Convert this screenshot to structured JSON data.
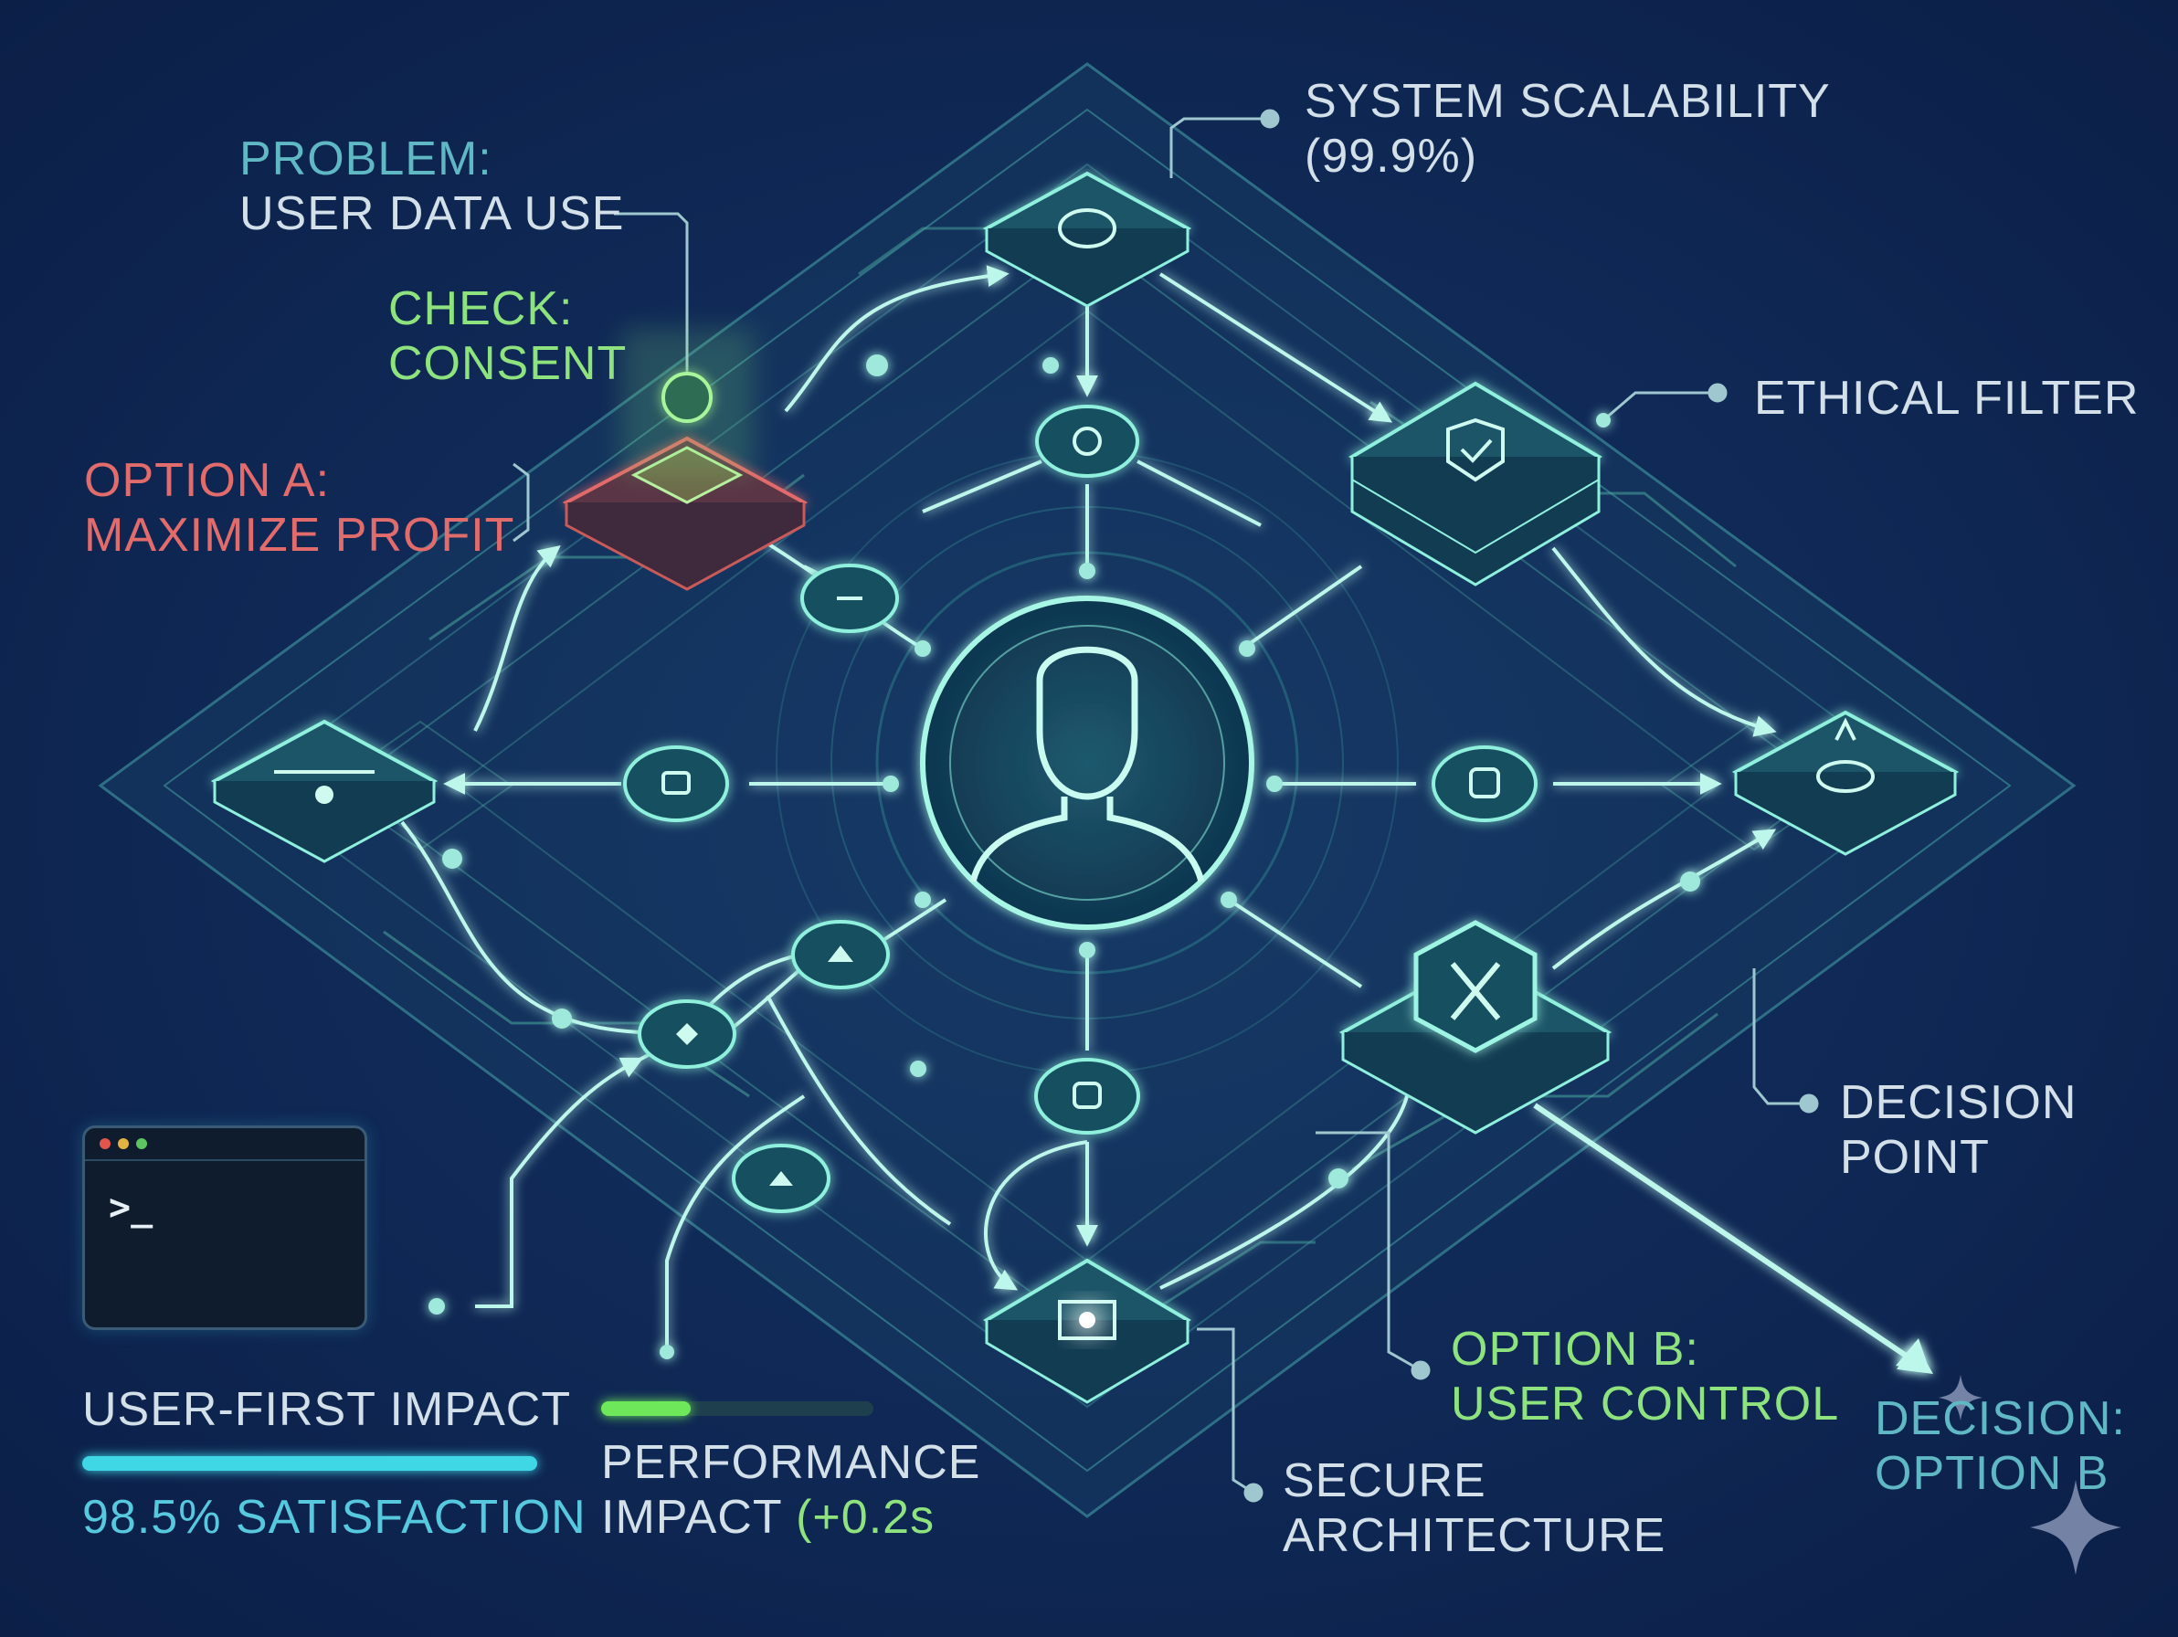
{
  "labels": {
    "problem_title": "PROBLEM:",
    "problem_text": "USER DATA USE",
    "check_title": "CHECK:",
    "check_text": "CONSENT",
    "option_a_title": "OPTION A:",
    "option_a_text": "MAXIMIZE PROFIT",
    "scalability_title": "SYSTEM SCALABILITY",
    "scalability_value": "(99.9%)",
    "ethical_filter": "ETHICAL FILTER",
    "decision_point_1": "DECISION",
    "decision_point_2": "POINT",
    "option_b_title": "OPTION B:",
    "option_b_text": "USER CONTROL",
    "decision_title": "DECISION:",
    "decision_text": "OPTION B",
    "secure_1": "SECURE",
    "secure_2": "ARCHITECTURE",
    "user_first": "USER-FIRST IMPACT",
    "satisfaction": "98.5% SATISFACTION",
    "performance_1": "PERFORMANCE",
    "performance_2": "IMPACT",
    "performance_value": "(+0.2s"
  },
  "terminal": {
    "prompt": ">_"
  },
  "metrics": {
    "user_first_fill": 1.0,
    "performance_fill": 0.33
  },
  "colors": {
    "background": "#102a58",
    "glow": "#7ff0dc",
    "teal_label": "#5fb8c4",
    "green_label": "#8fe37f",
    "red_label": "#e26b6b",
    "bar_cyan": "#3fd6e6",
    "bar_green": "#6ee85a"
  },
  "icons": {
    "center": "user-avatar-icon",
    "top": "eye-scan-icon",
    "right_top": "shield-check-icon",
    "right": "lock-eye-icon",
    "left": "dashboard-icon",
    "bottom": "chip-icon",
    "option_a": "warning-node-icon",
    "option_b": "tools-shield-icon"
  }
}
